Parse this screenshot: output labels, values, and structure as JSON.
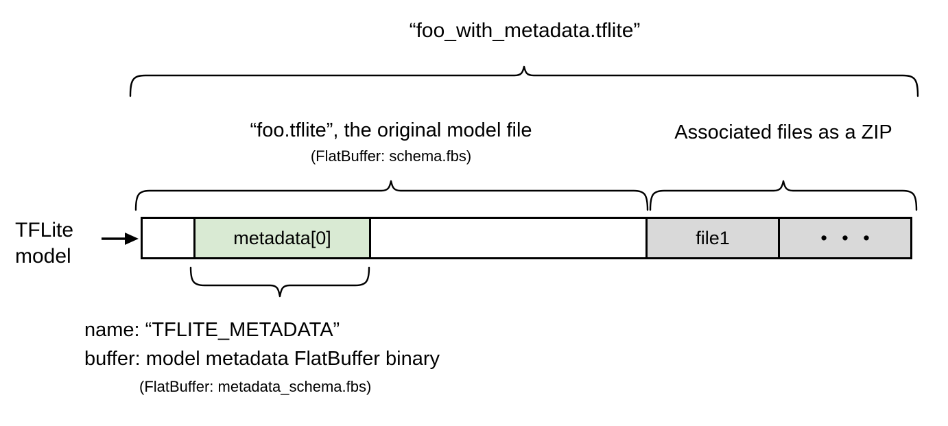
{
  "diagram": {
    "title": "“foo_with_metadata.tflite”",
    "left_label_line1": "TFLite",
    "left_label_line2": "model",
    "arrow_icon": "right-arrow-icon",
    "sections": {
      "model_file": {
        "label_main": "“foo.tflite”, the original model file",
        "label_sub": "(FlatBuffer: schema.fbs)"
      },
      "zip": {
        "label_main": "Associated files as a ZIP"
      }
    },
    "bar_cells": [
      {
        "label": "",
        "fill": "#ffffff",
        "name": "bar-cell-header"
      },
      {
        "label": "metadata[0]",
        "fill": "#d9ead3",
        "name": "bar-cell-metadata"
      },
      {
        "label": "",
        "fill": "#ffffff",
        "name": "bar-cell-model-body"
      },
      {
        "label": "file1",
        "fill": "#d9d9d9",
        "name": "bar-cell-file1"
      },
      {
        "label": "• • •",
        "fill": "#d9d9d9",
        "name": "bar-cell-more-files"
      }
    ],
    "metadata_detail": {
      "line1": "name: “TFLITE_METADATA”",
      "line2": "buffer: model metadata FlatBuffer binary",
      "line3": "(FlatBuffer: metadata_schema.fbs)"
    },
    "colors": {
      "metadata_fill": "#d9ead3",
      "zip_fill": "#d9d9d9",
      "stroke": "#000000",
      "background": "#ffffff"
    }
  }
}
